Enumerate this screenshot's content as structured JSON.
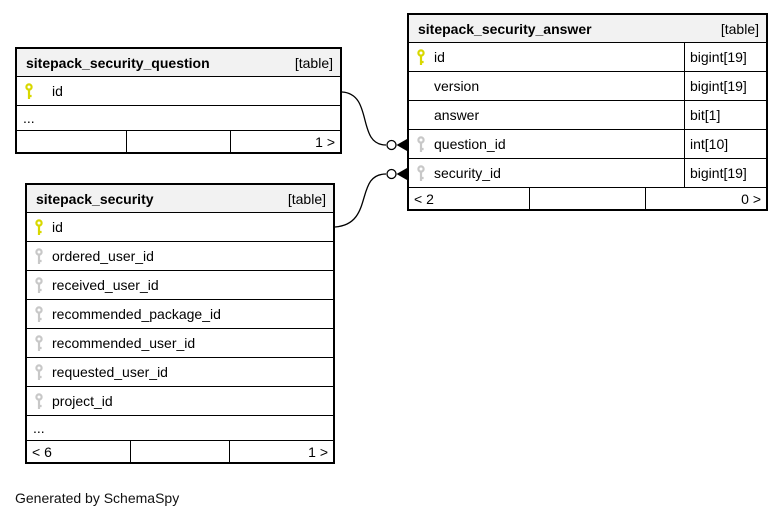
{
  "app": {
    "generator_note": "Generated by SchemaSpy"
  },
  "colors": {
    "background": "#ffffff",
    "table_border": "#000000",
    "header_background": "#f2f2f2",
    "primary_key_icon": "#d8d800",
    "foreign_key_icon": "#c8c8c8",
    "edge_stroke": "#000000"
  },
  "tables": [
    {
      "name": "sitepack_security_question",
      "type_label": "[table]",
      "columns": [
        {
          "name": "id",
          "key": "primary",
          "type": ""
        }
      ],
      "ellipsis": "...",
      "footer": {
        "left": "",
        "middle": "",
        "right": "1 >"
      }
    },
    {
      "name": "sitepack_security_answer",
      "type_label": "[table]",
      "columns": [
        {
          "name": "id",
          "key": "primary",
          "type": "bigint[19]"
        },
        {
          "name": "version",
          "key": "none",
          "type": "bigint[19]"
        },
        {
          "name": "answer",
          "key": "none",
          "type": "bit[1]"
        },
        {
          "name": "question_id",
          "key": "foreign",
          "type": "int[10]"
        },
        {
          "name": "security_id",
          "key": "foreign",
          "type": "bigint[19]"
        }
      ],
      "footer": {
        "left": "< 2",
        "middle": "",
        "right": "0 >"
      }
    },
    {
      "name": "sitepack_security",
      "type_label": "[table]",
      "columns": [
        {
          "name": "id",
          "key": "primary",
          "type": ""
        },
        {
          "name": "ordered_user_id",
          "key": "foreign",
          "type": ""
        },
        {
          "name": "received_user_id",
          "key": "foreign",
          "type": ""
        },
        {
          "name": "recommended_package_id",
          "key": "foreign",
          "type": ""
        },
        {
          "name": "recommended_user_id",
          "key": "foreign",
          "type": ""
        },
        {
          "name": "requested_user_id",
          "key": "foreign",
          "type": ""
        },
        {
          "name": "project_id",
          "key": "foreign",
          "type": ""
        }
      ],
      "ellipsis": "...",
      "footer": {
        "left": "< 6",
        "middle": "",
        "right": "1 >"
      }
    }
  ],
  "relationships": [
    {
      "parent_table": "sitepack_security_question",
      "parent_column": "id",
      "child_table": "sitepack_security_answer",
      "child_column": "question_id"
    },
    {
      "parent_table": "sitepack_security",
      "parent_column": "id",
      "child_table": "sitepack_security_answer",
      "child_column": "security_id"
    }
  ]
}
